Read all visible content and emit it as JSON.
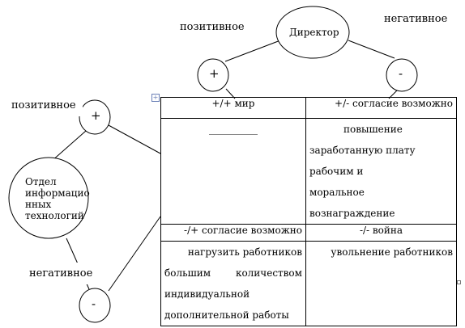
{
  "labels": {
    "top_positive": "позитивное",
    "top_negative": "негативное",
    "left_positive": "позитивное",
    "left_negative": "негативное"
  },
  "nodes": {
    "director": "Директор",
    "department": "Отдел информационных технологий",
    "dept_line1": "Отдел",
    "dept_line2": "информацио",
    "dept_line3": "нных",
    "dept_line4": "технологий",
    "plus_top": "+",
    "minus_top": "-",
    "plus_left": "+",
    "minus_left": "-"
  },
  "matrix": {
    "h1": "+/+ мир",
    "h2": "+/- согласие возможно",
    "a1": "__________",
    "a2_line1": "повышение",
    "a2_line2": "заработанную плату рабочим и",
    "a2_line3": "моральное вознаграждение",
    "b1": "-/+ согласие возможно",
    "b2": "-/- война",
    "c1_line1": "нагрузить работников",
    "c1_line2": "большим количеством",
    "c1_line3": "индивидуальной",
    "c1_line4": "дополнительной работы",
    "c2": "увольнение работников"
  }
}
